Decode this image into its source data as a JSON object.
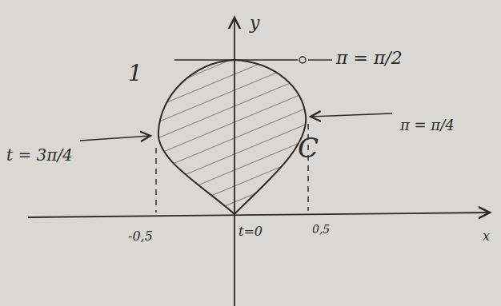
{
  "diagram": {
    "labels": [
      "y",
      "1",
      "π = π/2",
      "π = π/4",
      "t = 3π/4",
      "C",
      "-0,5",
      "t=0",
      "0,5",
      "x"
    ]
  }
}
